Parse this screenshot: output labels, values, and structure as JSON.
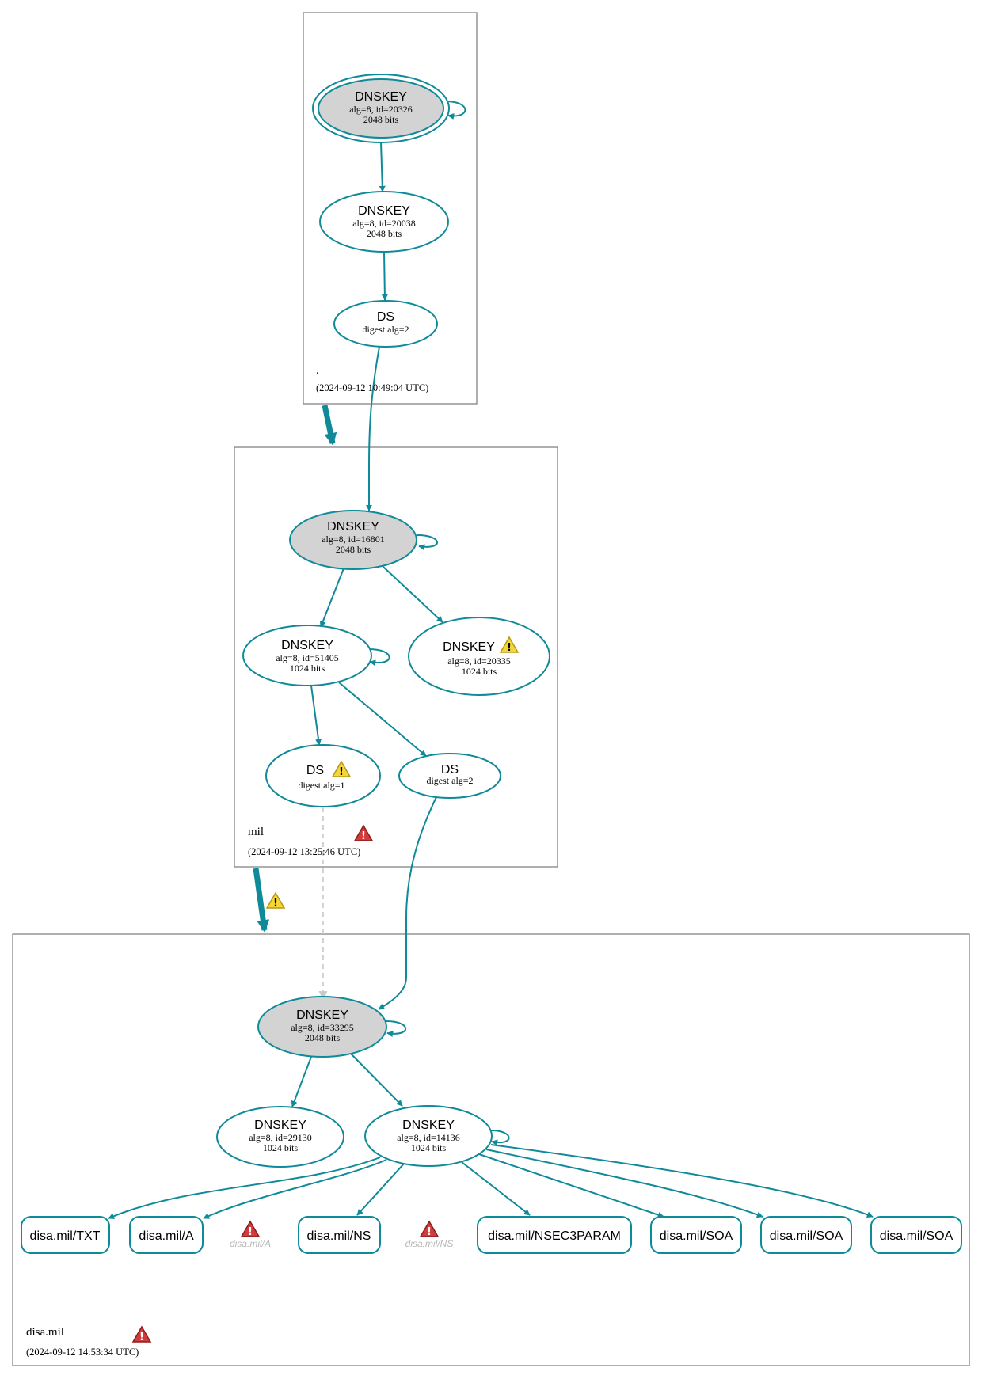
{
  "colors": {
    "edge": "#0f8a98",
    "filled_node": "#d3d3d3",
    "zone_border": "#7a7a7a",
    "warning": "#f3d63c",
    "error": "#d23b3b",
    "ghost_text": "#b8b8b8"
  },
  "zones": {
    "root": {
      "name": ".",
      "timestamp": "(2024-09-12 10:49:04 UTC)"
    },
    "mil": {
      "name": "mil",
      "timestamp": "(2024-09-12 13:25:46 UTC)",
      "status_icon": "error-icon"
    },
    "disa": {
      "name": "disa.mil",
      "timestamp": "(2024-09-12 14:53:34 UTC)",
      "status_icon": "error-icon"
    }
  },
  "nodes": {
    "root_ksk": {
      "title": "DNSKEY",
      "detail": "alg=8, id=20326",
      "bits": "2048 bits"
    },
    "root_zsk": {
      "title": "DNSKEY",
      "detail": "alg=8, id=20038",
      "bits": "2048 bits"
    },
    "root_ds": {
      "title": "DS",
      "detail": "digest alg=2"
    },
    "mil_ksk": {
      "title": "DNSKEY",
      "detail": "alg=8, id=16801",
      "bits": "2048 bits"
    },
    "mil_zsk1": {
      "title": "DNSKEY",
      "detail": "alg=8, id=51405",
      "bits": "1024 bits"
    },
    "mil_zsk2": {
      "title": "DNSKEY",
      "detail": "alg=8, id=20335",
      "bits": "1024 bits",
      "status_icon": "warning-icon"
    },
    "mil_ds1": {
      "title": "DS",
      "detail": "digest alg=1",
      "status_icon": "warning-icon"
    },
    "mil_ds2": {
      "title": "DS",
      "detail": "digest alg=2"
    },
    "disa_ksk": {
      "title": "DNSKEY",
      "detail": "alg=8, id=33295",
      "bits": "2048 bits"
    },
    "disa_zsk1": {
      "title": "DNSKEY",
      "detail": "alg=8, id=29130",
      "bits": "1024 bits"
    },
    "disa_zsk2": {
      "title": "DNSKEY",
      "detail": "alg=8, id=14136",
      "bits": "1024 bits"
    }
  },
  "rrsets": [
    {
      "label": "disa.mil/TXT"
    },
    {
      "label": "disa.mil/A"
    },
    {
      "label": "disa.mil/NS"
    },
    {
      "label": "disa.mil/NSEC3PARAM"
    },
    {
      "label": "disa.mil/SOA"
    },
    {
      "label": "disa.mil/SOA"
    },
    {
      "label": "disa.mil/SOA"
    }
  ],
  "ghost_rrsets": [
    {
      "label": "disa.mil/A",
      "status_icon": "error-icon"
    },
    {
      "label": "disa.mil/NS",
      "status_icon": "error-icon"
    }
  ],
  "delegations": {
    "root_to_mil": {
      "status": "secure"
    },
    "mil_to_disa": {
      "status": "secure",
      "status_icon": "warning-icon"
    }
  }
}
